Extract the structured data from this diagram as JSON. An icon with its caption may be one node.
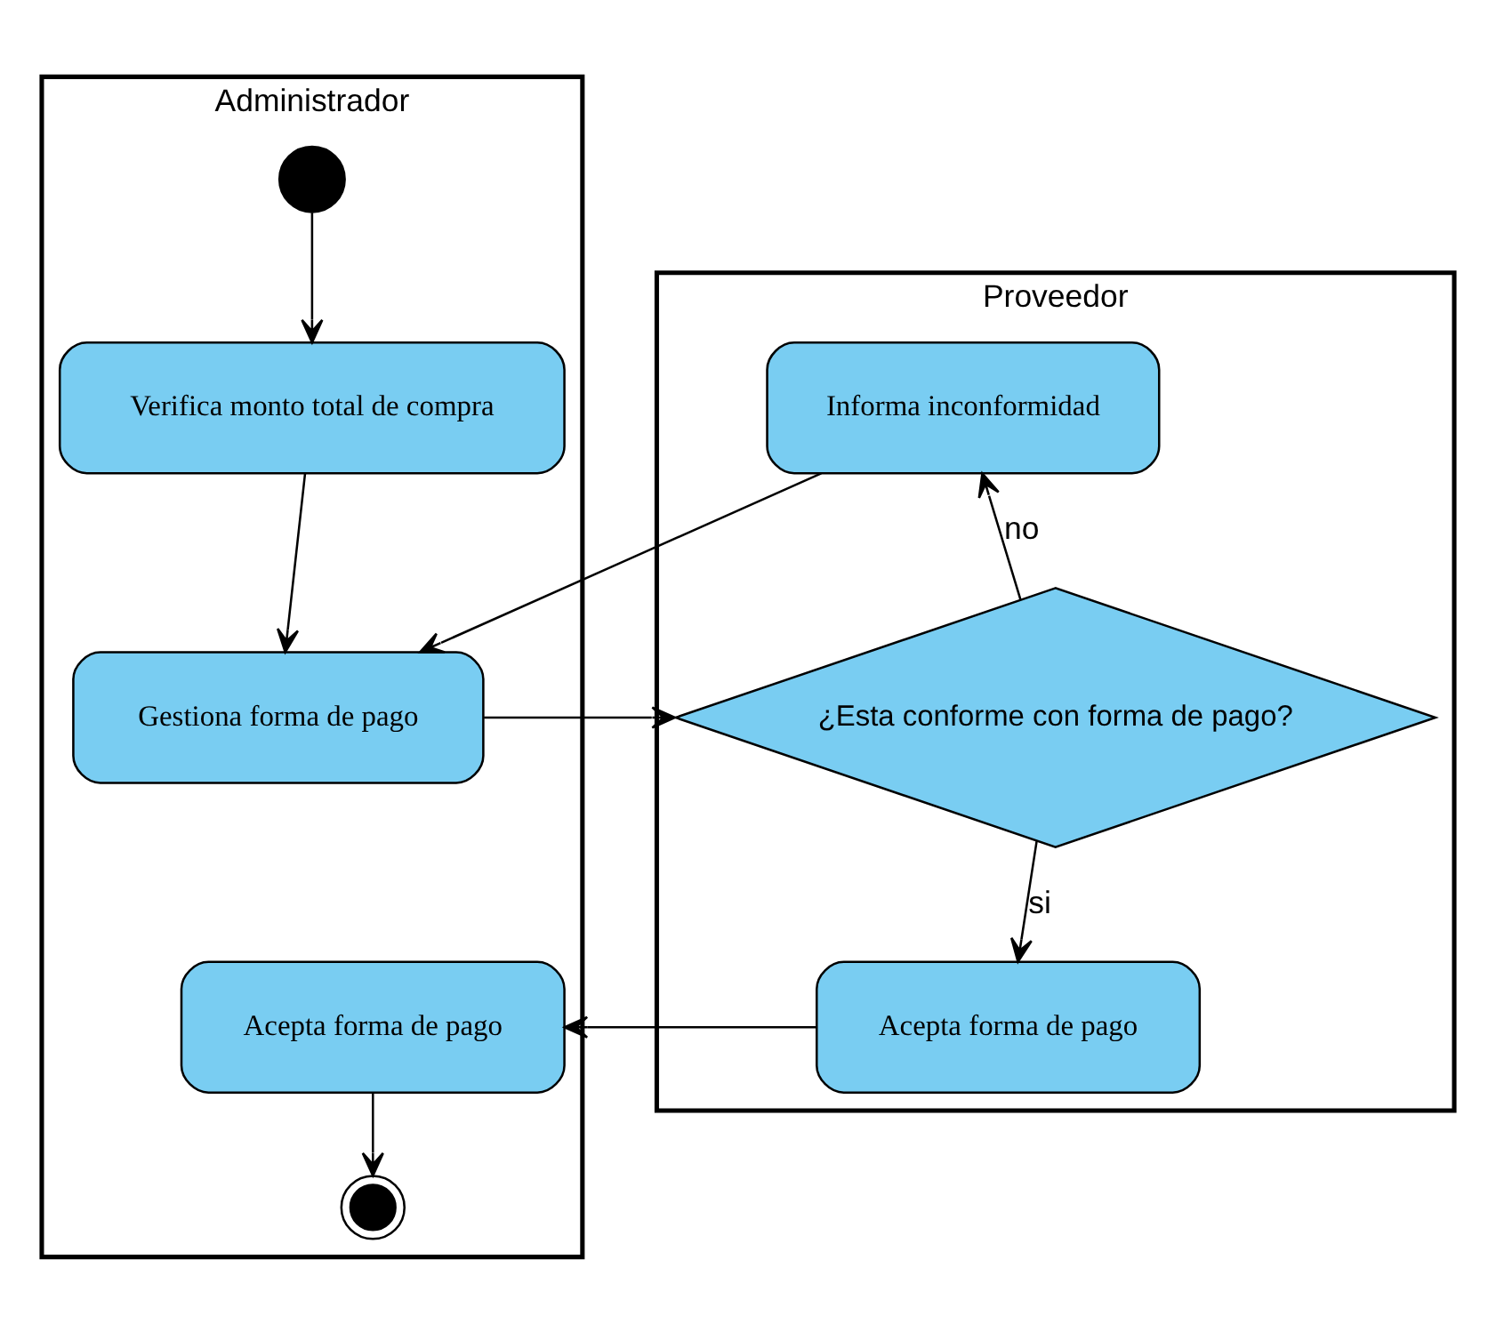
{
  "diagram": {
    "nodes": [
      {
        "text": [
          "Administrador"
        ]
      },
      {
        "text": [],
        "shape": "circle",
        "in": 0
      },
      {
        "text": [
          "Verifica monto total de compra"
        ],
        "in": 0
      },
      {
        "text": [
          "Gestiona forma de pago"
        ],
        "in": 0
      },
      {
        "text": [
          "Acepta forma de pago"
        ],
        "in": 0
      },
      {
        "text": [],
        "shape": "circle",
        "in": 0
      },
      {
        "text": [
          "Proveedor"
        ]
      },
      {
        "text": [
          "Informa inconformidad"
        ],
        "in": 6
      },
      {
        "text": [
          "¿Esta conforme con forma de pago?"
        ],
        "in": 6
      },
      {
        "text": [
          "Acepta forma de pago"
        ],
        "in": 6
      }
    ],
    "edges": [
      {
        "from": 1,
        "to": 2,
        "arrow": "to"
      },
      {
        "from": 2,
        "to": 3,
        "arrow": "to"
      },
      {
        "from": 3,
        "to": 8,
        "arrow": "to"
      },
      {
        "from": 8,
        "to": 7,
        "arrow": "to",
        "label": "no"
      },
      {
        "from": 7,
        "to": 3,
        "arrow": "to"
      },
      {
        "from": 8,
        "to": 9,
        "arrow": "to",
        "label": "si"
      },
      {
        "from": 9,
        "to": 4,
        "arrow": "to"
      },
      {
        "from": 4,
        "to": 5,
        "arrow": "to"
      }
    ]
  }
}
